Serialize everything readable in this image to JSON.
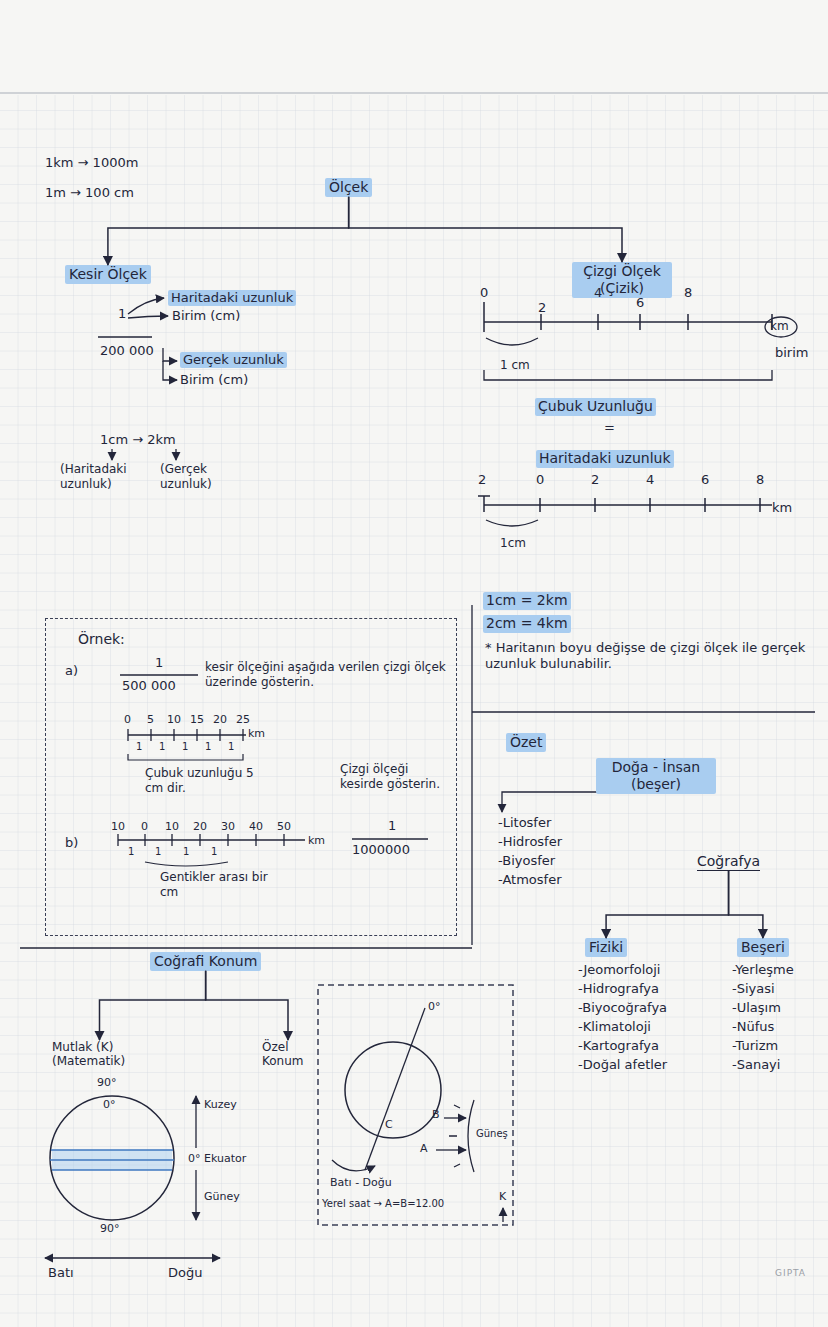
{
  "diagram": {
    "nodes": [
      {
        "text": [
          "Ölçek"
        ]
      },
      {
        "text": [
          "Kesir Ölçek"
        ]
      },
      {
        "text": [
          "Çizgi Ölçek (Çizik)"
        ]
      },
      {
        "text": [
          "Örnek:"
        ]
      },
      {
        "text": [
          "Özet"
        ]
      },
      {
        "text": [
          "Doğa - İnsan",
          "(beşer)"
        ]
      },
      {
        "text": [
          "Coğrafya"
        ]
      },
      {
        "text": [
          "Fiziki"
        ]
      },
      {
        "text": [
          "Beşeri"
        ]
      },
      {
        "text": [
          "Coğrafi Konum"
        ]
      },
      {
        "text": [
          "Mutlak (K) (Matematik)"
        ]
      },
      {
        "text": [
          "Özel Konum"
        ]
      }
    ],
    "edges": [
      {
        "from": 0,
        "to": 1,
        "arrow": "to"
      },
      {
        "from": 0,
        "to": 2,
        "arrow": "to"
      },
      {
        "from": 6,
        "to": 7,
        "arrow": "to"
      },
      {
        "from": 6,
        "to": 8,
        "arrow": "to"
      },
      {
        "from": 9,
        "to": 10,
        "arrow": "to"
      },
      {
        "from": 9,
        "to": 11,
        "arrow": "to"
      }
    ],
    "labels": [
      "1km → 1000m",
      "1m → 100 cm",
      "1",
      "200 000",
      "Haritadaki uzunluk",
      "Birim (cm)",
      "Gerçek uzunluk",
      "Birim (cm)",
      "1cm → 2km",
      "(Haritadaki uzunluk)",
      "(Gerçek uzunluk)",
      "0",
      "2",
      "4",
      "6",
      "8",
      "km",
      "birim",
      "1 cm",
      "Çubuk Uzunluğu",
      "=",
      "Haritadaki uzunluk",
      "2",
      "0",
      "2",
      "4",
      "6",
      "8",
      "km",
      "1cm",
      "1cm = 2km",
      "2cm = 4km",
      "* Haritanın boyu değişse de çizgi ölçek ile gerçek uzunluk bulunabilir.",
      "a)",
      "1",
      "500 000",
      "kesir ölçeğini aşağıda verilen çizgi ölçek üzerinde gösterin.",
      "0",
      "5",
      "10",
      "15",
      "20",
      "25",
      "km",
      "1",
      "1",
      "1",
      "1",
      "1",
      "Çubuk uzunluğu 5 cm dir.",
      "b)",
      "10",
      "0",
      "10",
      "20",
      "30",
      "40",
      "50",
      "km",
      "1",
      "1",
      "1",
      "1",
      "Gentikler arası bir cm",
      "Çizgi ölçeği kesirde gösterin.",
      "1",
      "1000000",
      "-Litosfer",
      "-Hidrosfer",
      "-Biyosfer",
      "-Atmosfer",
      "-Jeomorfoloji",
      "-Hidrografya",
      "-Biyocoğrafya",
      "-Klimatoloji",
      "-Kartografya",
      "-Doğal afetler",
      "-Yerleşme",
      "-Siyasi",
      "-Ulaşım",
      "-Nüfus",
      "-Turizm",
      "-Sanayi",
      "90°",
      "0°",
      "90°",
      "Kuzey",
      "0° Ekuator",
      "Güney",
      "Batı",
      "Doğu",
      "0°",
      "C",
      "B",
      "A",
      "Güneş",
      "Batı - Doğu",
      "Yerel saat → A=B=12.00",
      "K",
      "GIPTA"
    ]
  }
}
